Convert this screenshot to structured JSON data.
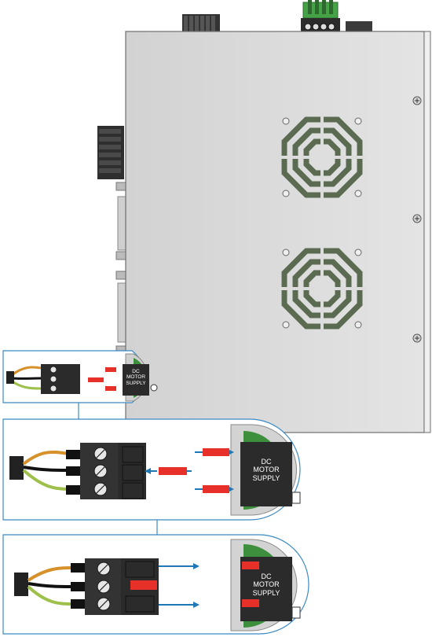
{
  "supply_label": {
    "line1": "DC",
    "line2": "MOTOR",
    "line3": "SUPPLY"
  },
  "colors": {
    "chassis": "#dcdcdc",
    "chassis_edge": "#6f6f6f",
    "fan_grille": "#5a6b52",
    "connector_body": "#2b2b2b",
    "pcb_green": "#3d8f3d",
    "jumper_red": "#e8302b",
    "arrow_blue": "#1f78b4",
    "callout_border": "#3b8ac4",
    "wire_orange": "#d6912b",
    "wire_black": "#111111",
    "wire_green_yellow": "#9ec04a"
  },
  "panels": [
    {
      "id": "overview-inset",
      "step": "remove jumper"
    },
    {
      "id": "detail-jumper-removed",
      "step": "jumper pulled out"
    },
    {
      "id": "detail-connector-unplugged",
      "step": "connector unplugged"
    }
  ],
  "icons": [
    "screw-icon",
    "fan-grille-icon",
    "terminal-screw-icon",
    "arrow-right-icon",
    "arrow-left-icon"
  ]
}
